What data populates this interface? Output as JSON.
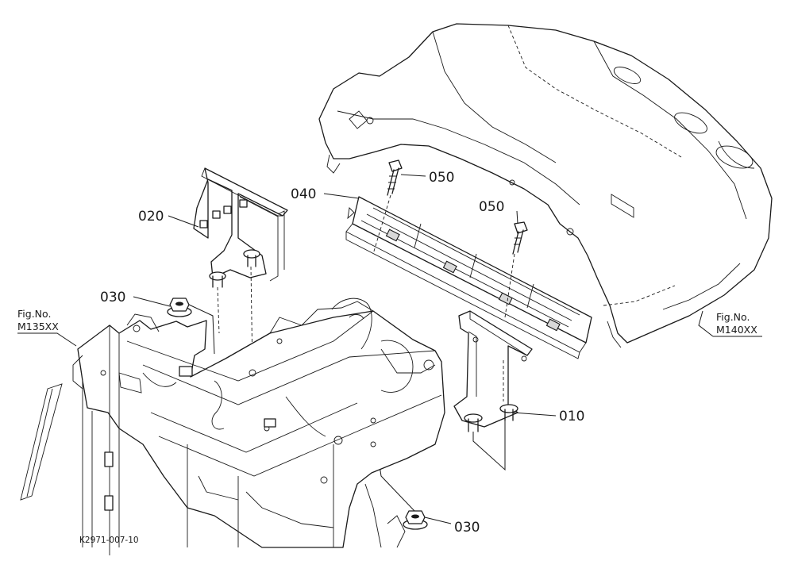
{
  "part_labels": {
    "p010": "010",
    "p020": "020",
    "p030_top": "030",
    "p030_bottom": "030",
    "p040": "040",
    "p050_left": "050",
    "p050_right": "050"
  },
  "fig_refs": {
    "left_line1": "Fig.No.",
    "left_line2": "M135XX",
    "right_line1": "Fig.No.",
    "right_line2": "M140XX"
  },
  "drawing_code": "K2971-007-10"
}
